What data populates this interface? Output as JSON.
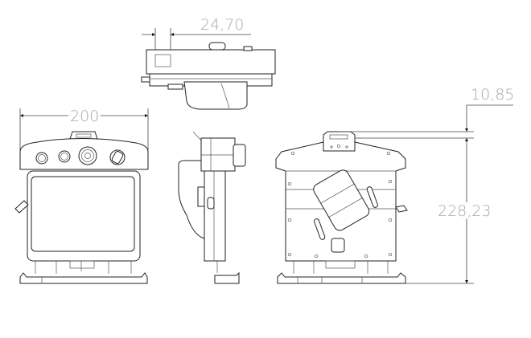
{
  "drawing": {
    "dimensions": {
      "top_offset": "24,70",
      "width": "200",
      "top_height": "10,85",
      "height": "228,23"
    },
    "views": [
      "top-view",
      "front-view",
      "side-view",
      "back-view"
    ],
    "colors": {
      "line": "#222222",
      "dimension_text": "#a8a8a8"
    }
  }
}
